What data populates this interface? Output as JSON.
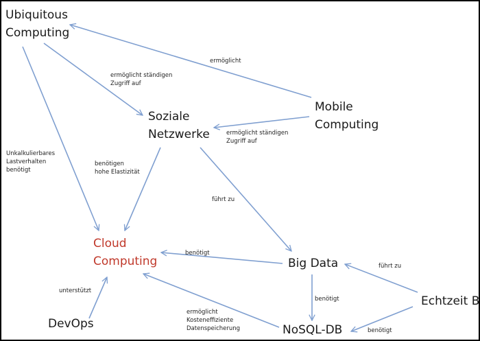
{
  "diagram": {
    "edge_color": "#7f9fd0",
    "accent_color": "#c0392b",
    "nodes": {
      "ubiquitous": {
        "lines": [
          "Ubiquitous",
          "Computing"
        ]
      },
      "mobile": {
        "lines": [
          "Mobile",
          "Computing"
        ]
      },
      "soziale": {
        "lines": [
          "Soziale",
          "Netzwerke"
        ]
      },
      "cloud": {
        "lines": [
          "Cloud",
          "Computing"
        ]
      },
      "bigdata": {
        "lines": [
          "Big Data"
        ]
      },
      "echtzeit": {
        "lines": [
          "Echtzeit BI"
        ]
      },
      "devops": {
        "lines": [
          "DevOps"
        ]
      },
      "nosql": {
        "lines": [
          "NoSQL-DB"
        ]
      }
    },
    "edges": [
      {
        "from": "Mobile Computing",
        "to": "Ubiquitous Computing",
        "label": [
          "ermöglicht"
        ]
      },
      {
        "from": "Ubiquitous Computing",
        "to": "Soziale Netzwerke",
        "label": [
          "ermöglicht ständigen",
          "Zugriff auf"
        ]
      },
      {
        "from": "Mobile Computing",
        "to": "Soziale Netzwerke",
        "label": [
          "ermöglicht ständigen",
          "Zugriff auf"
        ]
      },
      {
        "from": "Ubiquitous Computing",
        "to": "Cloud Computing",
        "label": [
          "Unkalkulierbares",
          "Lastverhalten",
          "benötigt"
        ]
      },
      {
        "from": "Soziale Netzwerke",
        "to": "Cloud Computing",
        "label": [
          "benötigen",
          "hohe Elastizität"
        ]
      },
      {
        "from": "Soziale Netzwerke",
        "to": "Big Data",
        "label": [
          "führt zu"
        ]
      },
      {
        "from": "Big Data",
        "to": "Cloud Computing",
        "label": [
          "benötigt"
        ]
      },
      {
        "from": "Echtzeit BI",
        "to": "Big Data",
        "label": [
          "führt zu"
        ]
      },
      {
        "from": "Big Data",
        "to": "NoSQL-DB",
        "label": [
          "benötigt"
        ]
      },
      {
        "from": "Echtzeit BI",
        "to": "NoSQL-DB",
        "label": [
          "benötigt"
        ]
      },
      {
        "from": "DevOps",
        "to": "Cloud Computing",
        "label": [
          "unterstützt"
        ]
      },
      {
        "from": "NoSQL-DB",
        "to": "Cloud Computing",
        "label": [
          "ermöglicht",
          "Kosteneffiziente",
          "Datenspeicherung"
        ]
      }
    ]
  }
}
